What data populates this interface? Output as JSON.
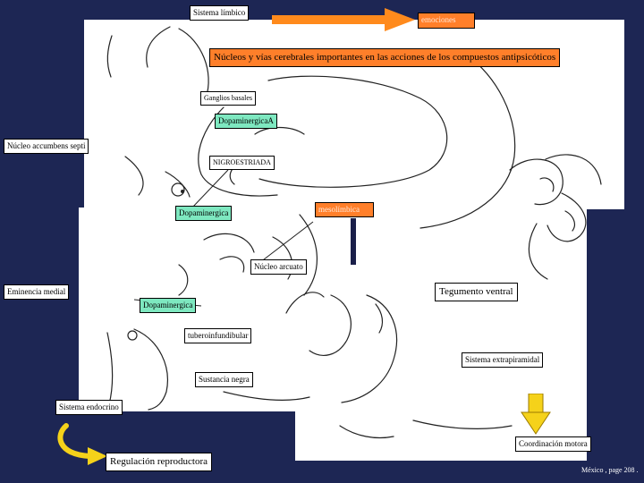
{
  "labels": {
    "sistema_limbico": "Sistema límbico",
    "emociones": "emociones",
    "titulo": "Núcleos y vías cerebrales importantes en las acciones de los compuestos antipsicóticos",
    "ganglios_basales": "Ganglios basales",
    "dopaminergica_a": "DopaminergicaA",
    "nucleo_accumbens": "Núcleo accumbens septi",
    "nigroestriada": "NIGROESTRIADA",
    "mesolimbica": "mesolímbica",
    "dopaminergica_1": "Dopaminergica",
    "nucleo_arcuato": "Núcleo arcuato",
    "eminencia_medial": "Eminencia medial",
    "tegumento_ventral": "Tegumento ventral",
    "dopaminergica_2": "Dopaminergica",
    "tuberoinfundibular": "tuberoinfundibular",
    "sistema_extrapiramidal": "Sistema extrapiramidal",
    "sustancia_negra": "Sustancia negra",
    "sistema_endocrino": "Sistema endocrino",
    "coordinacion_motora": "Coordinación motora",
    "regulacion_reproductora": "Regulación reproductora",
    "cita": "México , page 208 ."
  },
  "colors": {
    "background": "#1d2654",
    "green_box": "#7ee8c0",
    "orange_box": "#ff7f2a",
    "arrow_orange": "#ff8a1c",
    "arrow_yellow": "#f5d21a",
    "pathway_bar": "#1a1f4a"
  },
  "icons": [
    "right-arrow-icon",
    "down-arrow-icon",
    "curved-arrow-icon"
  ]
}
